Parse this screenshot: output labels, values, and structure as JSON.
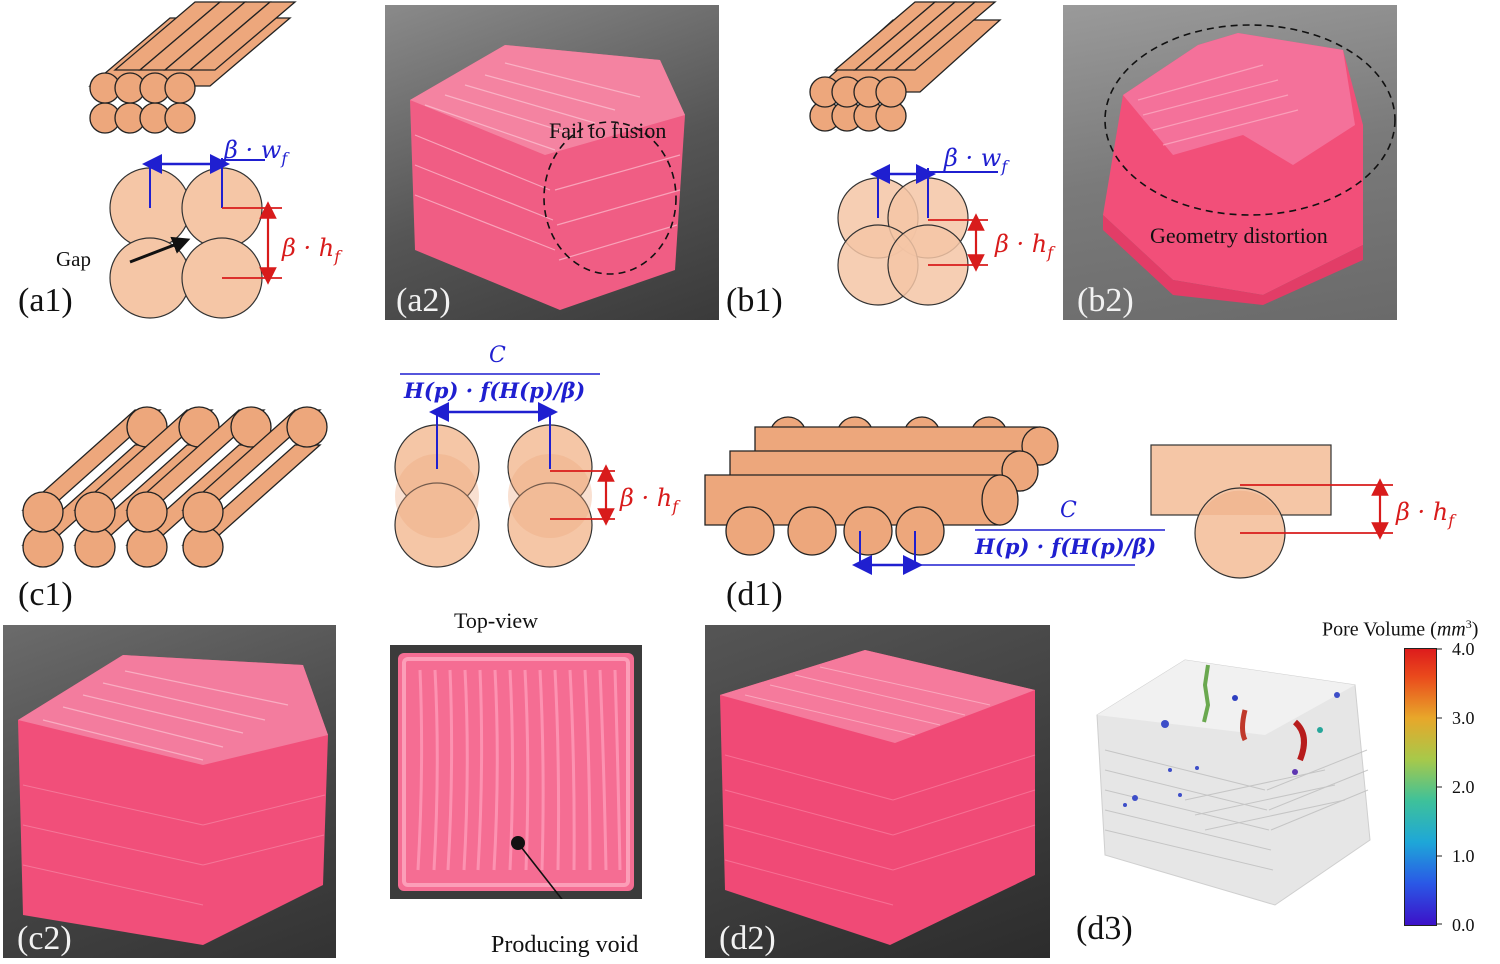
{
  "panels": {
    "a1": "(a1)",
    "a2": "(a2)",
    "b1": "(b1)",
    "b2": "(b2)",
    "c1": "(c1)",
    "c2": "(c2)",
    "d1": "(d1)",
    "d2": "(d2)",
    "d3": "(d3)"
  },
  "annotations": {
    "gap": "Gap",
    "fail_to_fusion": "Fail to fusion",
    "geometry_distortion": "Geometry distortion",
    "top_view": "Top-view",
    "producing_void": "Producing void"
  },
  "math": {
    "beta_wf": "β · w",
    "wf_sub": "f",
    "beta_hf": "β · h",
    "hf_sub": "f",
    "C": "C",
    "spacing_formula": "H(p) · f(H(p)/β)"
  },
  "colorbar": {
    "title": "Pore Volume (",
    "unit": "mm",
    "unit_sup": "3",
    "close": ")",
    "ticks": [
      "4.0",
      "3.0",
      "2.0",
      "1.0",
      "0.0"
    ]
  },
  "colors": {
    "filament": "#eda77c",
    "filament_light": "#f5c6a6",
    "gel": "#f2557e",
    "dim_blue": "#1f1fd0",
    "dim_red": "#d81b1b"
  }
}
